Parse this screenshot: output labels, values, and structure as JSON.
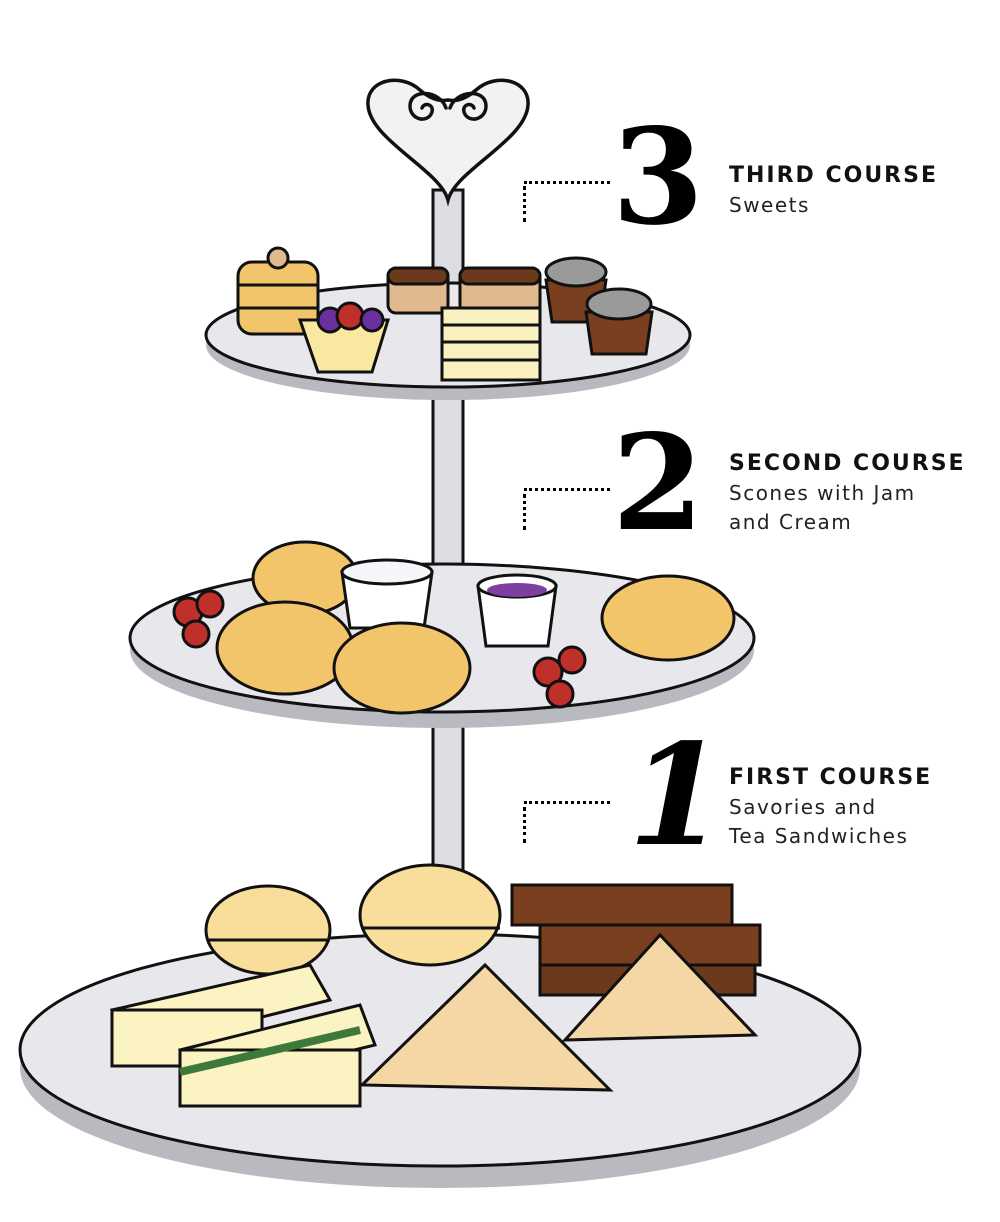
{
  "illustration": {
    "subject": "three-tier afternoon tea stand",
    "colors": {
      "plate": "#e4e4e8",
      "plate_shadow": "#b9b9c0",
      "outline": "#111111",
      "pastry": "#f3c56a",
      "pastry_light": "#f9dd9a",
      "pastry_shade": "#e0b98e",
      "chocolate": "#7a3f1e",
      "jam": "#7d3fa0",
      "cream": "#f4f6fa",
      "flower": "#c0302a",
      "cucumber": "#3d7a3a",
      "bread": "#fbf4c2"
    }
  },
  "courses": [
    {
      "numeral": "3",
      "title": "THIRD COURSE",
      "description_lines": [
        "Sweets"
      ]
    },
    {
      "numeral": "2",
      "title": "SECOND COURSE",
      "description_lines": [
        "Scones with Jam",
        "and Cream"
      ]
    },
    {
      "numeral": "1",
      "title": "FIRST COURSE",
      "description_lines": [
        "Savories and",
        "Tea Sandwiches"
      ]
    }
  ]
}
